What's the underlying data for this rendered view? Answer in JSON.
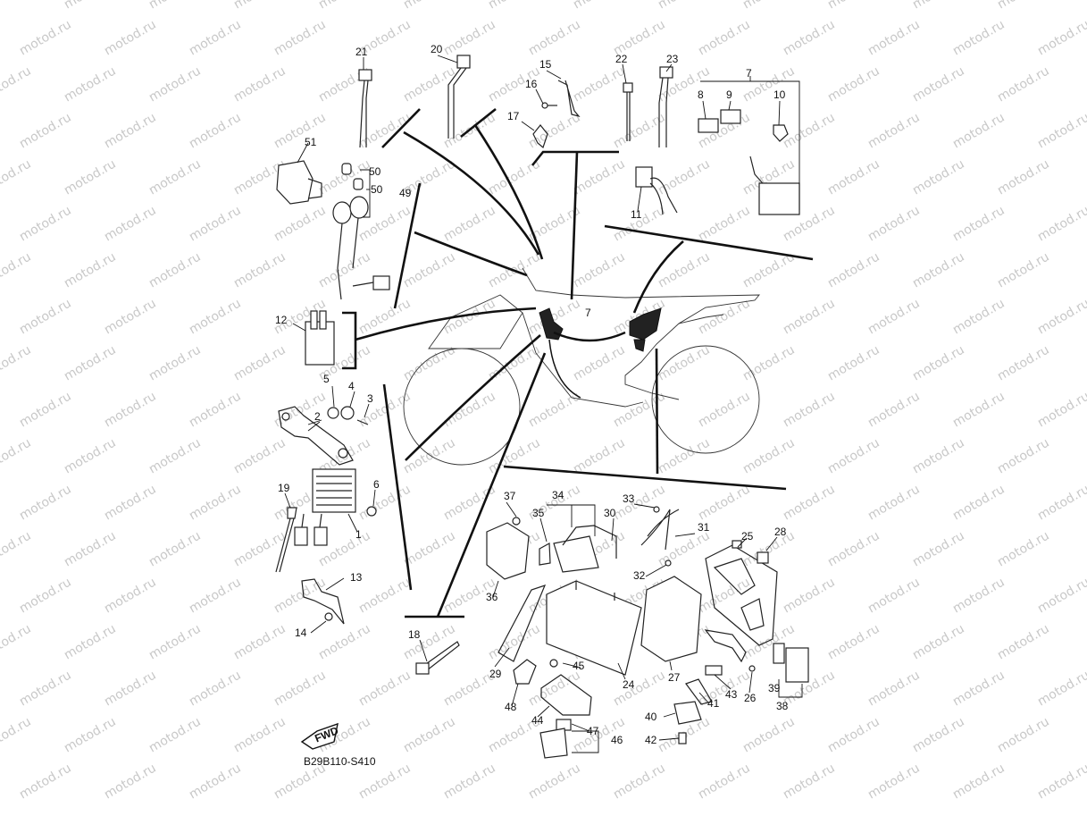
{
  "watermark": {
    "text": "motod.ru",
    "color": "#c8c8c8"
  },
  "diagram_code": "B29B110-S410",
  "fwd_badge": "FWD",
  "part_labels": [
    "1",
    "2",
    "3",
    "4",
    "5",
    "6",
    "7",
    "7",
    "8",
    "9",
    "10",
    "11",
    "12",
    "13",
    "14",
    "15",
    "16",
    "17",
    "18",
    "19",
    "20",
    "21",
    "22",
    "23",
    "24",
    "25",
    "26",
    "27",
    "28",
    "29",
    "30",
    "31",
    "32",
    "33",
    "34",
    "35",
    "36",
    "37",
    "38",
    "39",
    "40",
    "41",
    "42",
    "43",
    "44",
    "45",
    "46",
    "47",
    "48",
    "49",
    "50",
    "50",
    "51"
  ]
}
